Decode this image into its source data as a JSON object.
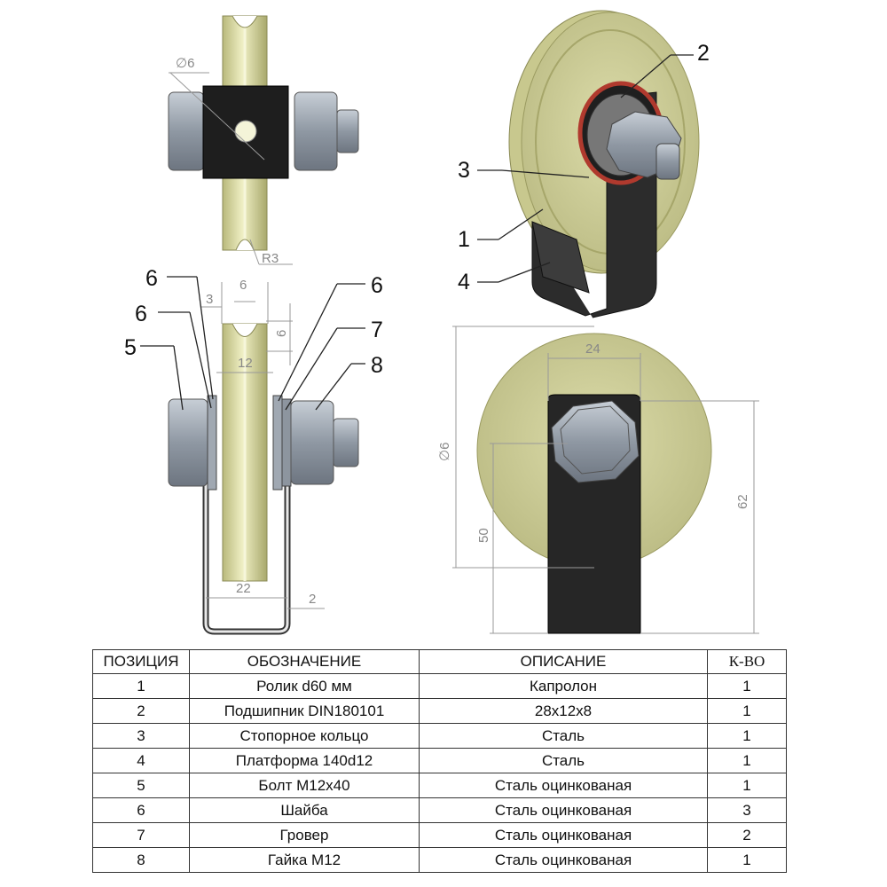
{
  "dimensions": {
    "top_view_hole_dia": "∅6",
    "top_view_radius": "R3",
    "front_width_6": "6",
    "front_offset_3": "3",
    "front_depth_6": "6",
    "front_width_12": "12",
    "front_inner_22": "22",
    "front_thickness_2": "2",
    "side_width_24": "24",
    "side_dia_60": "∅6",
    "side_height_50": "50",
    "side_height_62": "62"
  },
  "callouts": {
    "c1": "1",
    "c2": "2",
    "c3": "3",
    "c4": "4",
    "c5": "5",
    "c6a": "6",
    "c6b": "6",
    "c6c": "6",
    "c7": "7",
    "c8": "8"
  },
  "colors": {
    "wheel": "#d4d49c",
    "steel": "#9aa3ad",
    "bracket": "#2a2a2a",
    "bearing_ring": "#b03a2e"
  },
  "table": {
    "headers": [
      "ПОЗИЦИЯ",
      "ОБОЗНАЧЕНИЕ",
      "ОПИСАНИЕ",
      "К-ВО"
    ],
    "rows": [
      [
        "1",
        "Ролик d60 мм",
        "Капролон",
        "1"
      ],
      [
        "2",
        "Подшипник DIN180101",
        "28x12x8",
        "1"
      ],
      [
        "3",
        "Стопорное кольцо",
        "Сталь",
        "1"
      ],
      [
        "4",
        "Платформа 140d12",
        "Сталь",
        "1"
      ],
      [
        "5",
        "Болт М12x40",
        "Сталь оцинкованая",
        "1"
      ],
      [
        "6",
        "Шайба",
        "Сталь оцинкованая",
        "3"
      ],
      [
        "7",
        "Гровер",
        "Сталь оцинкованая",
        "2"
      ],
      [
        "8",
        "Гайка М12",
        "Сталь оцинкованая",
        "1"
      ]
    ]
  }
}
